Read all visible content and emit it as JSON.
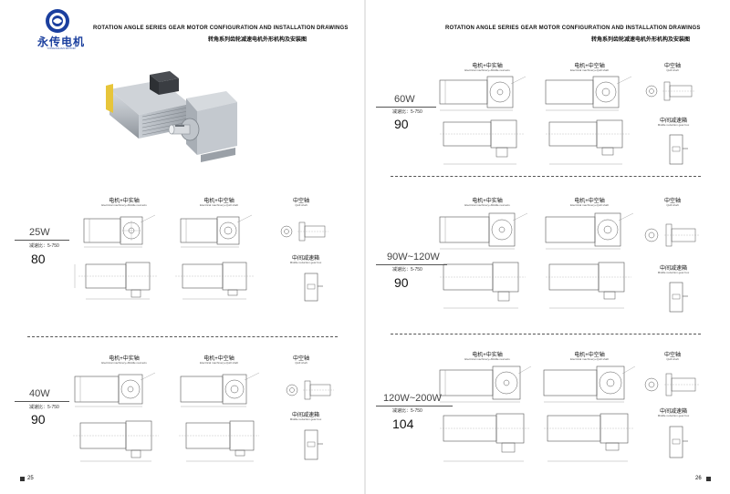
{
  "brand": {
    "name_cn": "永传电机",
    "name_en": "YONGCHUAN MOTOR",
    "color": "#1b3f9e"
  },
  "header": {
    "title_en": "ROTATION ANGLE SERIES GEAR MOTOR CONFIGURATION AND INSTALLATION DRAWINGS",
    "title_cn": "转角系列齿轮减速电机外形机构及安装图"
  },
  "columns": {
    "solid": {
      "cn": "电机+中实轴",
      "en": "Electrical machinery+Middle real axis"
    },
    "hollow": {
      "cn": "电机+中空轴",
      "en": "Electrical machinery+Quill shaft"
    },
    "quill": {
      "cn": "中空轴",
      "en": "Quill shaft"
    },
    "middle_box": {
      "cn": "中间减速箱",
      "en": "Middle reduction gear box"
    }
  },
  "ratio_label": "减速比：5-750",
  "left_page": {
    "page_number": "25",
    "blocks": [
      {
        "watt": "25W",
        "frame": "80"
      },
      {
        "watt": "40W",
        "frame": "90"
      }
    ]
  },
  "right_page": {
    "page_number": "26",
    "blocks": [
      {
        "watt": "60W",
        "frame": "90"
      },
      {
        "watt": "90W~120W",
        "frame": "90"
      },
      {
        "watt": "120W~200W",
        "frame": "104"
      }
    ]
  }
}
